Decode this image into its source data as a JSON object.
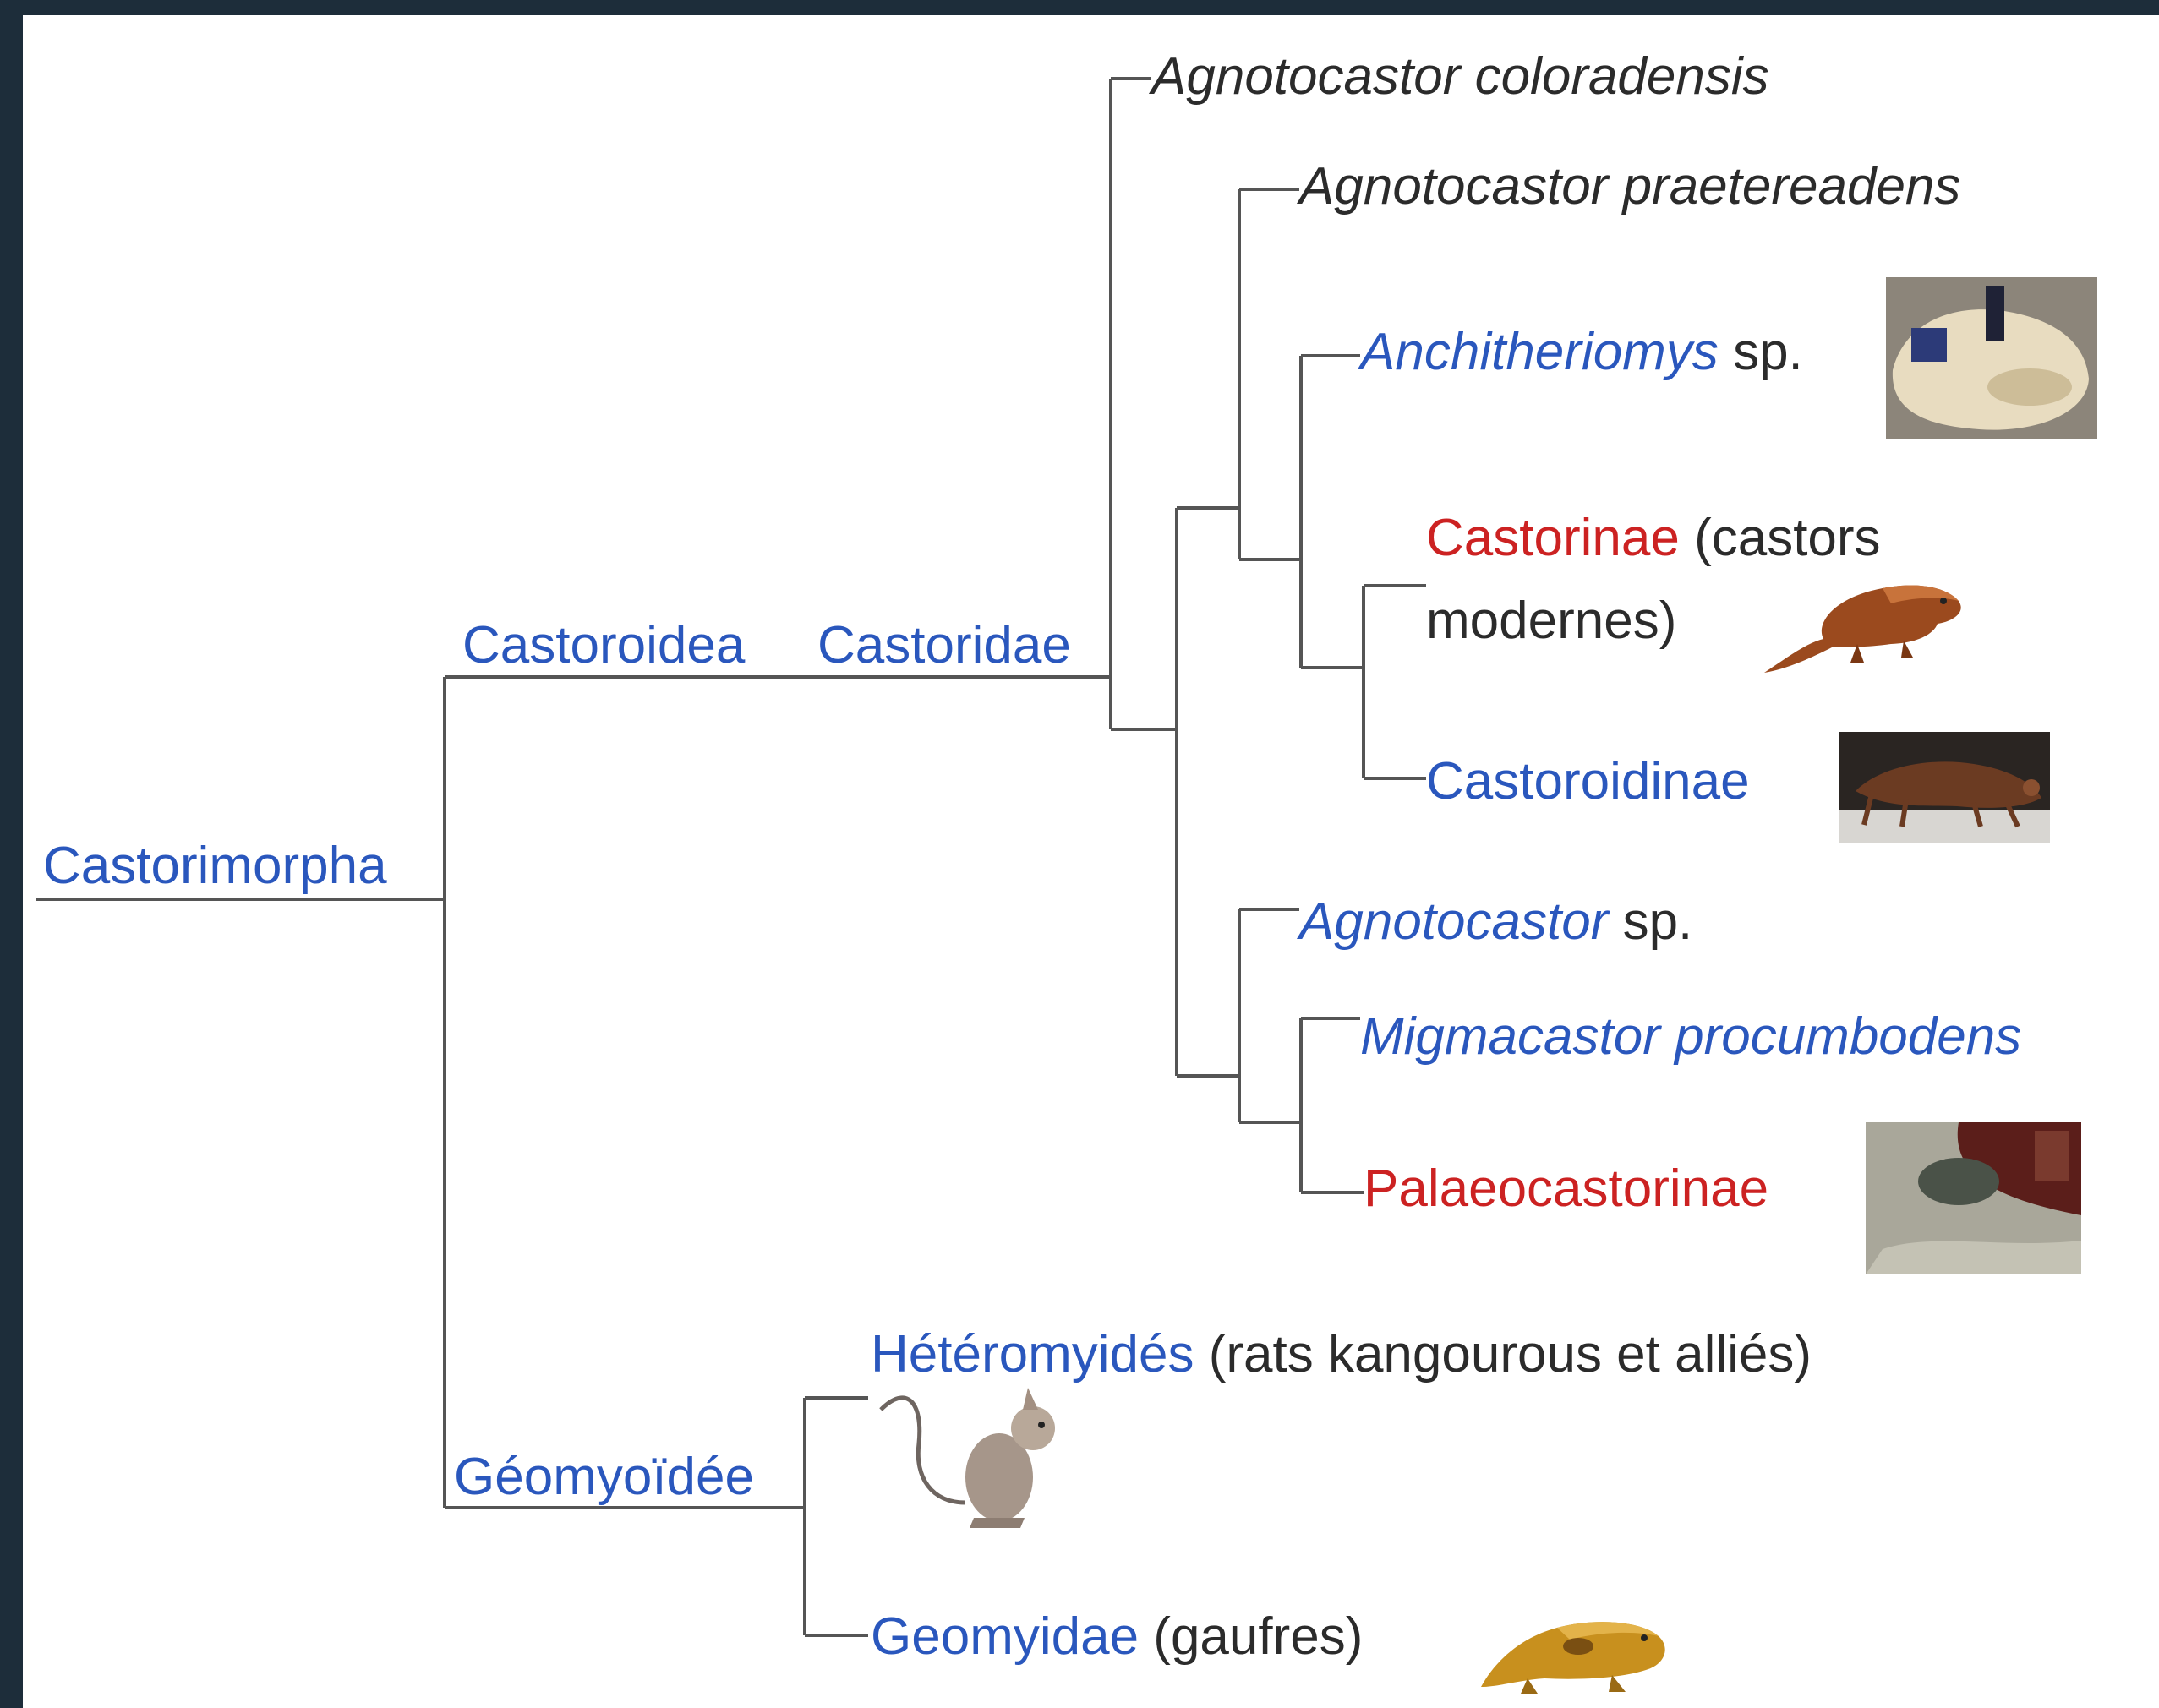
{
  "tree": {
    "root": {
      "label": "Castorimorpha",
      "color": "#2a57bd"
    },
    "castoroidea": {
      "label": "Castoroidea",
      "color": "#2a57bd"
    },
    "castoridae": {
      "label": "Castoridae",
      "color": "#2a57bd"
    },
    "geomyoidee": {
      "label": "Géomyoïdée",
      "color": "#2a57bd"
    },
    "leaves": {
      "agnotocastor_coloradensis": {
        "label": "Agnotocastor coloradensis"
      },
      "agnotocastor_praetereadens": {
        "label": "Agnotocastor praetereadens"
      },
      "anchitheriomys": {
        "genus": "Anchitheriomys",
        "suffix": "sp.",
        "image": "fossil-skull-photo"
      },
      "castorinae": {
        "name": "Castorinae",
        "note": "(castors",
        "note2": "modernes)",
        "name_color": "#cc2222",
        "image": "beaver-icon"
      },
      "castoroidinae": {
        "label": "Castoroidinae",
        "image": "giant-beaver-skeleton-photo"
      },
      "agnotocastor_sp": {
        "genus": "Agnotocastor",
        "suffix": "sp."
      },
      "migmacastor": {
        "label": "Migmacastor procumbodens"
      },
      "palaeocastorinae": {
        "label": "Palaeocastorinae",
        "color": "#cc2222",
        "image": "fossil-burrow-photo"
      },
      "heteromyides": {
        "name": "Hétéromyidés",
        "note": "(rats kangourous et alliés)",
        "image": "kangaroo-rat-icon"
      },
      "geomyidae": {
        "name": "Geomyidae",
        "note": "(gaufres)",
        "image": "pocket-gopher-icon"
      }
    }
  },
  "colors": {
    "line": "#555555",
    "blue": "#2a57bd",
    "red": "#cc2222",
    "frame": "#1d2d3a"
  }
}
